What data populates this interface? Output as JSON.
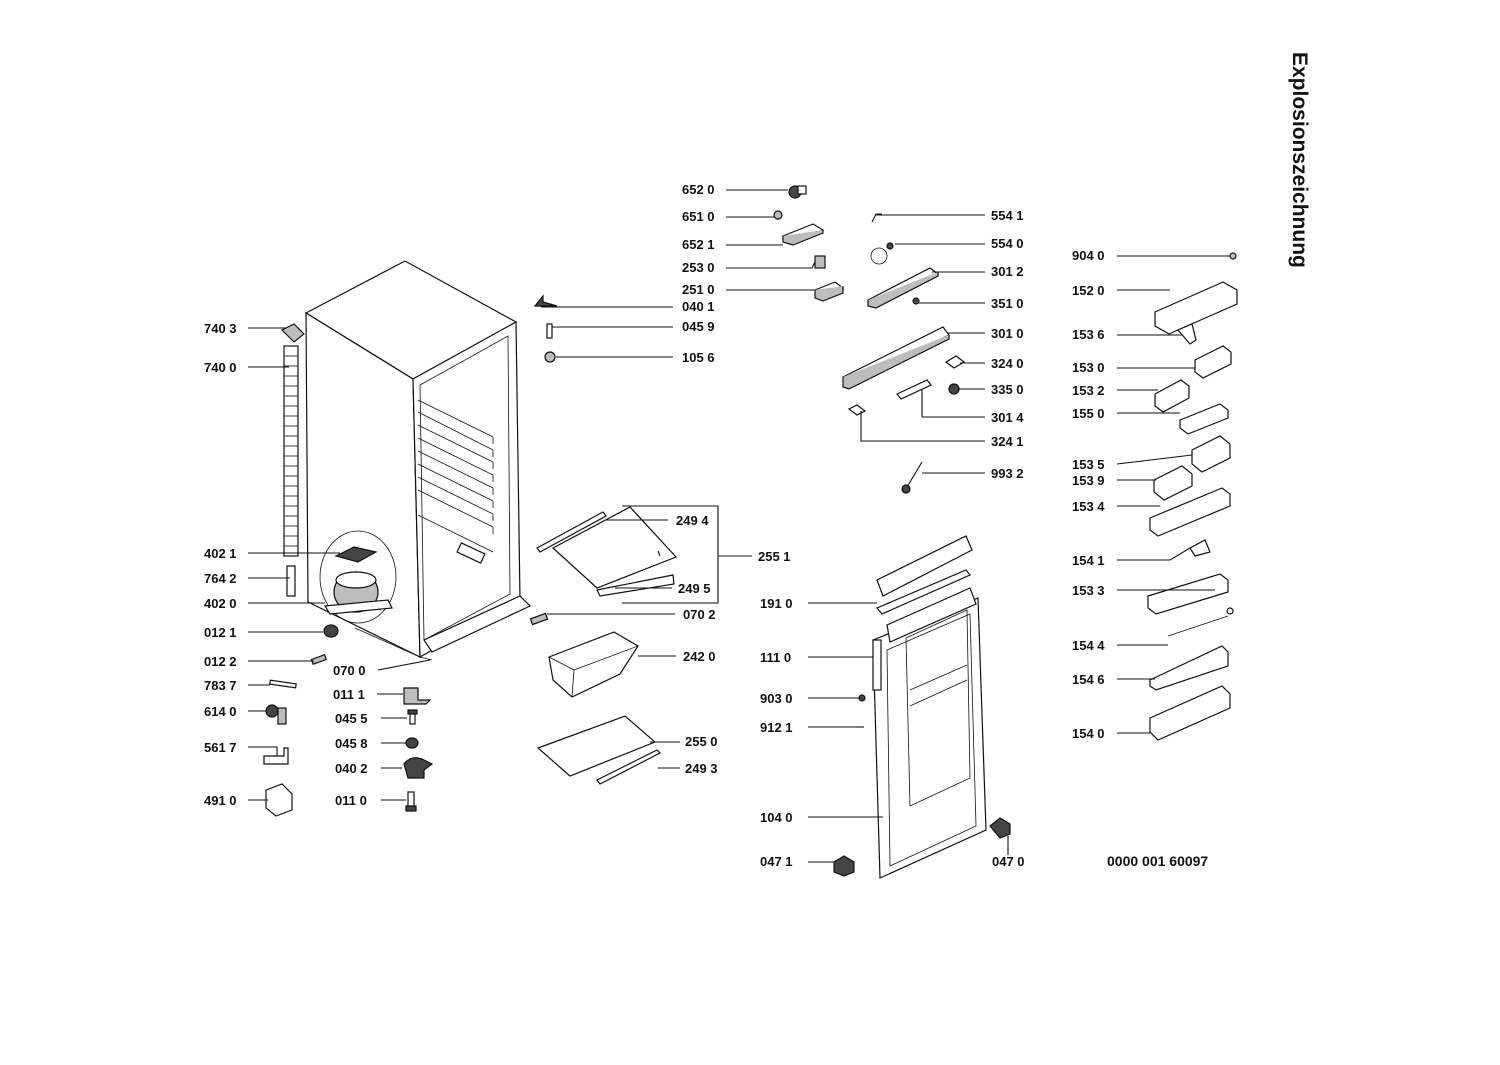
{
  "title": "Explosionszeichnung",
  "document_number": "0000 001 60097",
  "labels": [
    "652 0",
    "651 0",
    "652 1",
    "253 0",
    "251 0",
    "040 1",
    "045 9",
    "105 6",
    "554 1",
    "554 0",
    "301 2",
    "351 0",
    "301 0",
    "324 0",
    "335 0",
    "301 4",
    "324 1",
    "993 2",
    "904 0",
    "152 0",
    "153 6",
    "153 0",
    "153 2",
    "155 0",
    "153 5",
    "153 9",
    "153 4",
    "154 1",
    "153 3",
    "154 4",
    "154 6",
    "154 0",
    "740 3",
    "740 0",
    "402 1",
    "764 2",
    "402 0",
    "012 1",
    "012 2",
    "783 7",
    "614 0",
    "561 7",
    "491 0",
    "070 0",
    "011 1",
    "045 5",
    "045 8",
    "040 2",
    "011 0",
    "249 4",
    "255 1",
    "249 5",
    "070 2",
    "242 0",
    "255 0",
    "249 3",
    "191 0",
    "111 0",
    "903 0",
    "912 1",
    "104 0",
    "047 1",
    "047 0"
  ]
}
